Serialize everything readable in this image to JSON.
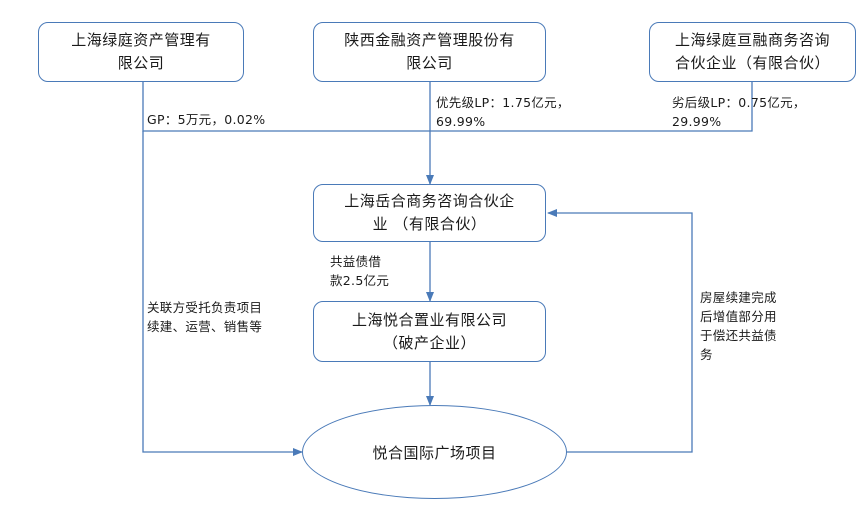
{
  "nodes": {
    "shanghai_lvting_asset": "上海绿庭资产管理有\n限公司",
    "shaanxi_finance": "陕西金融资产管理股份有\n限公司",
    "shanghai_lvting_genrong": "上海绿庭亘融商务咨询\n合伙企业（有限合伙）",
    "shanghai_yuehe": "上海岳合商务咨询合伙企\n业 （有限合伙）",
    "shanghai_yuehe_property": "上海悦合置业有限公司\n（破产企业）",
    "project": "悦合国际广场项目"
  },
  "edge_labels": {
    "gp": "GP：5万元，0.02%",
    "priority_lp": "优先级LP：1.75亿元，\n69.99%",
    "subordinate_lp": "劣后级LP：0.75亿元，\n29.99%",
    "debt": "共益债借\n款2.5亿元",
    "related_party": "关联方受托负责项目\n续建、运营、销售等",
    "repay": "房屋续建完成\n后增值部分用\n于偿还共益债\n务"
  },
  "colors": {
    "line": "#4a7ab8",
    "border": "#4a7ab8",
    "text": "#1a1a1a"
  }
}
